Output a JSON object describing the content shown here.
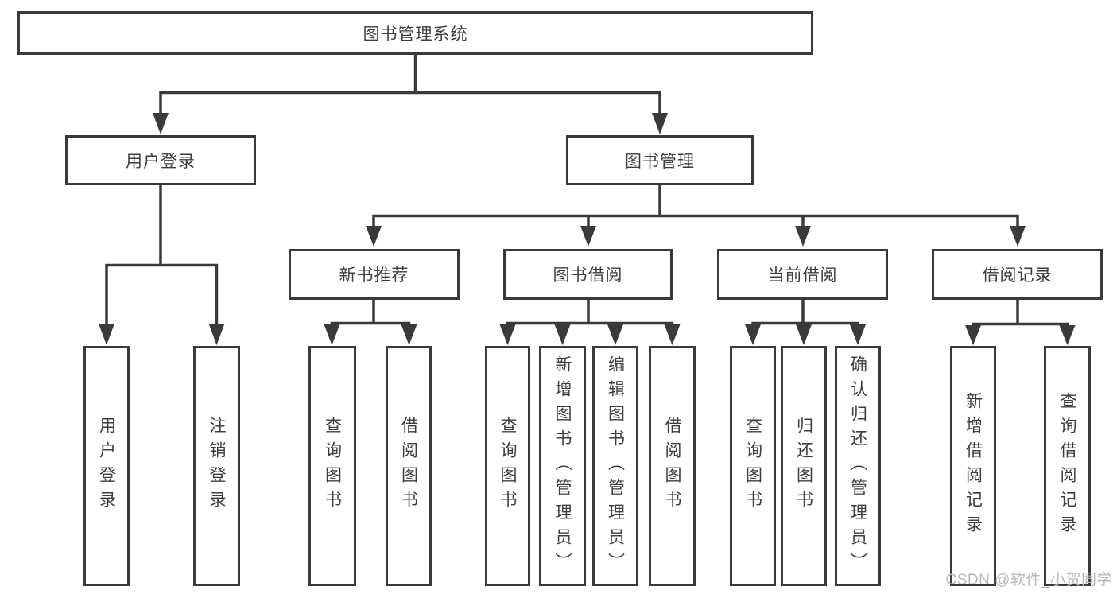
{
  "colors": {
    "line": "#3a3a3a",
    "text": "#3d3d3d",
    "watermark": "#b7b7ba",
    "background": "#ffffff"
  },
  "watermark": {
    "text": "CSDN @软件_小贺同学"
  },
  "tree": {
    "label": "图书管理系统",
    "children": [
      {
        "label": "用户登录",
        "children": [
          {
            "label": "用户登录"
          },
          {
            "label": "注销登录"
          }
        ]
      },
      {
        "label": "图书管理",
        "children": [
          {
            "label": "新书推荐",
            "children": [
              {
                "label": "查询图书"
              },
              {
                "label": "借阅图书"
              }
            ]
          },
          {
            "label": "图书借阅",
            "children": [
              {
                "label": "查询图书"
              },
              {
                "label": "新增图书（管理员）"
              },
              {
                "label": "编辑图书（管理员）"
              },
              {
                "label": "借阅图书"
              }
            ]
          },
          {
            "label": "当前借阅",
            "children": [
              {
                "label": "查询图书"
              },
              {
                "label": "归还图书"
              },
              {
                "label": "确认归还（管理员）"
              }
            ]
          },
          {
            "label": "借阅记录",
            "children": [
              {
                "label": "新增借阅记录"
              },
              {
                "label": "查询借阅记录"
              }
            ]
          }
        ]
      }
    ]
  }
}
